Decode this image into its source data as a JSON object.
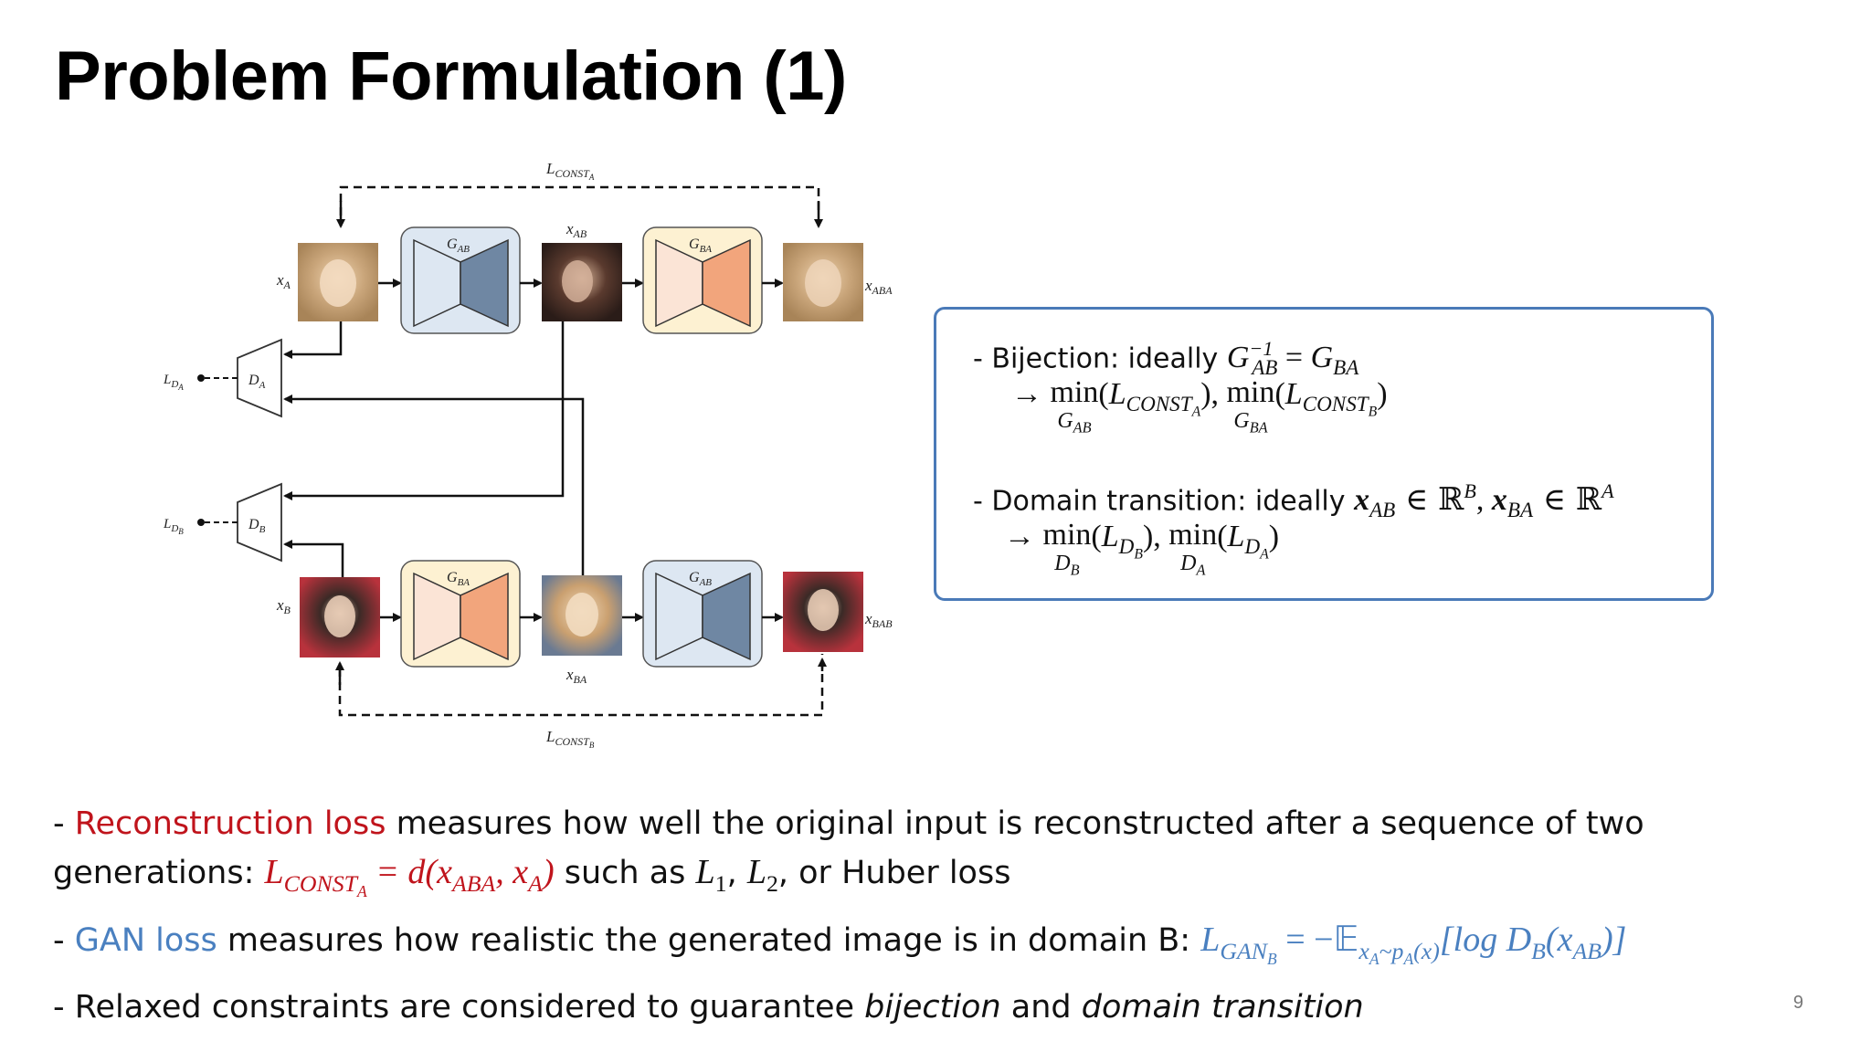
{
  "title": "Problem Formulation (1)",
  "diagram": {
    "l_const_a": "L",
    "l_const_a_sub": "CONST",
    "l_const_a_subsub": "A",
    "l_const_b": "L",
    "l_const_b_sub": "CONST",
    "l_const_b_subsub": "B",
    "x_a": "x",
    "x_a_sub": "A",
    "x_ab": "x",
    "x_ab_sub": "AB",
    "x_aba": "x",
    "x_aba_sub": "ABA",
    "x_b": "x",
    "x_b_sub": "B",
    "x_ba": "x",
    "x_ba_sub": "BA",
    "x_bab": "x",
    "x_bab_sub": "BAB",
    "g": "G",
    "g_ab_sub": "AB",
    "g_ba_sub": "BA",
    "d": "D",
    "d_a_sub": "A",
    "d_b_sub": "B",
    "l_d": "L",
    "l_d_sub": "D",
    "colors": {
      "gab_box": "#dde7f2",
      "gab_shape": "#6f87a3",
      "gba_box": "#fdf1d2",
      "gba_shape": "#f2a57c",
      "face_a": "#c9a57a",
      "face_b": "#b8323c"
    }
  },
  "infobox": {
    "bijection_prefix": "- Bijection: ideally ",
    "g": "G",
    "ab": "AB",
    "ba": "BA",
    "inv_sup": "−1",
    "eq": " = ",
    "arrow": "→ ",
    "min": "min",
    "l": "L",
    "const": "CONST",
    "a": "A",
    "b": "B",
    "comma": ", ",
    "domain_prefix": "- Domain transition: ideally ",
    "x": "x",
    "in_r": " ∈ ℝ",
    "d": "D"
  },
  "bullets": {
    "dash": "- ",
    "recon_label": "Reconstruction loss",
    "recon_text": " measures how well the original input is reconstructed after a sequence of two",
    "generations_text": "generations: ",
    "l": "L",
    "const": "CONST",
    "a": "A",
    "eq_d": " = d(x",
    "aba": "ABA",
    "comma_x": ", x",
    "close": ")",
    "such_as": " such as ",
    "l1_sub": "1",
    "l2_sub": "2",
    "or_huber": ", or Huber loss",
    "comma": ", ",
    "gan_label": "GAN loss",
    "gan_text": " measures how realistic the generated image is in domain B: ",
    "gan": "GAN",
    "b": "B",
    "eq_minus_e": " = −𝔼",
    "x_a_p": "x",
    "tilde_p": "~p",
    "px": "(x)",
    "log_d": "[log D",
    "x_ab_open": "(x",
    "ab": "AB",
    "close2": ")]",
    "relaxed_text": "Relaxed constraints are considered to guarantee ",
    "bijection_it": "bijection",
    "and_text": " and  ",
    "domain_transition_it": "domain transition"
  },
  "page_number": "9"
}
